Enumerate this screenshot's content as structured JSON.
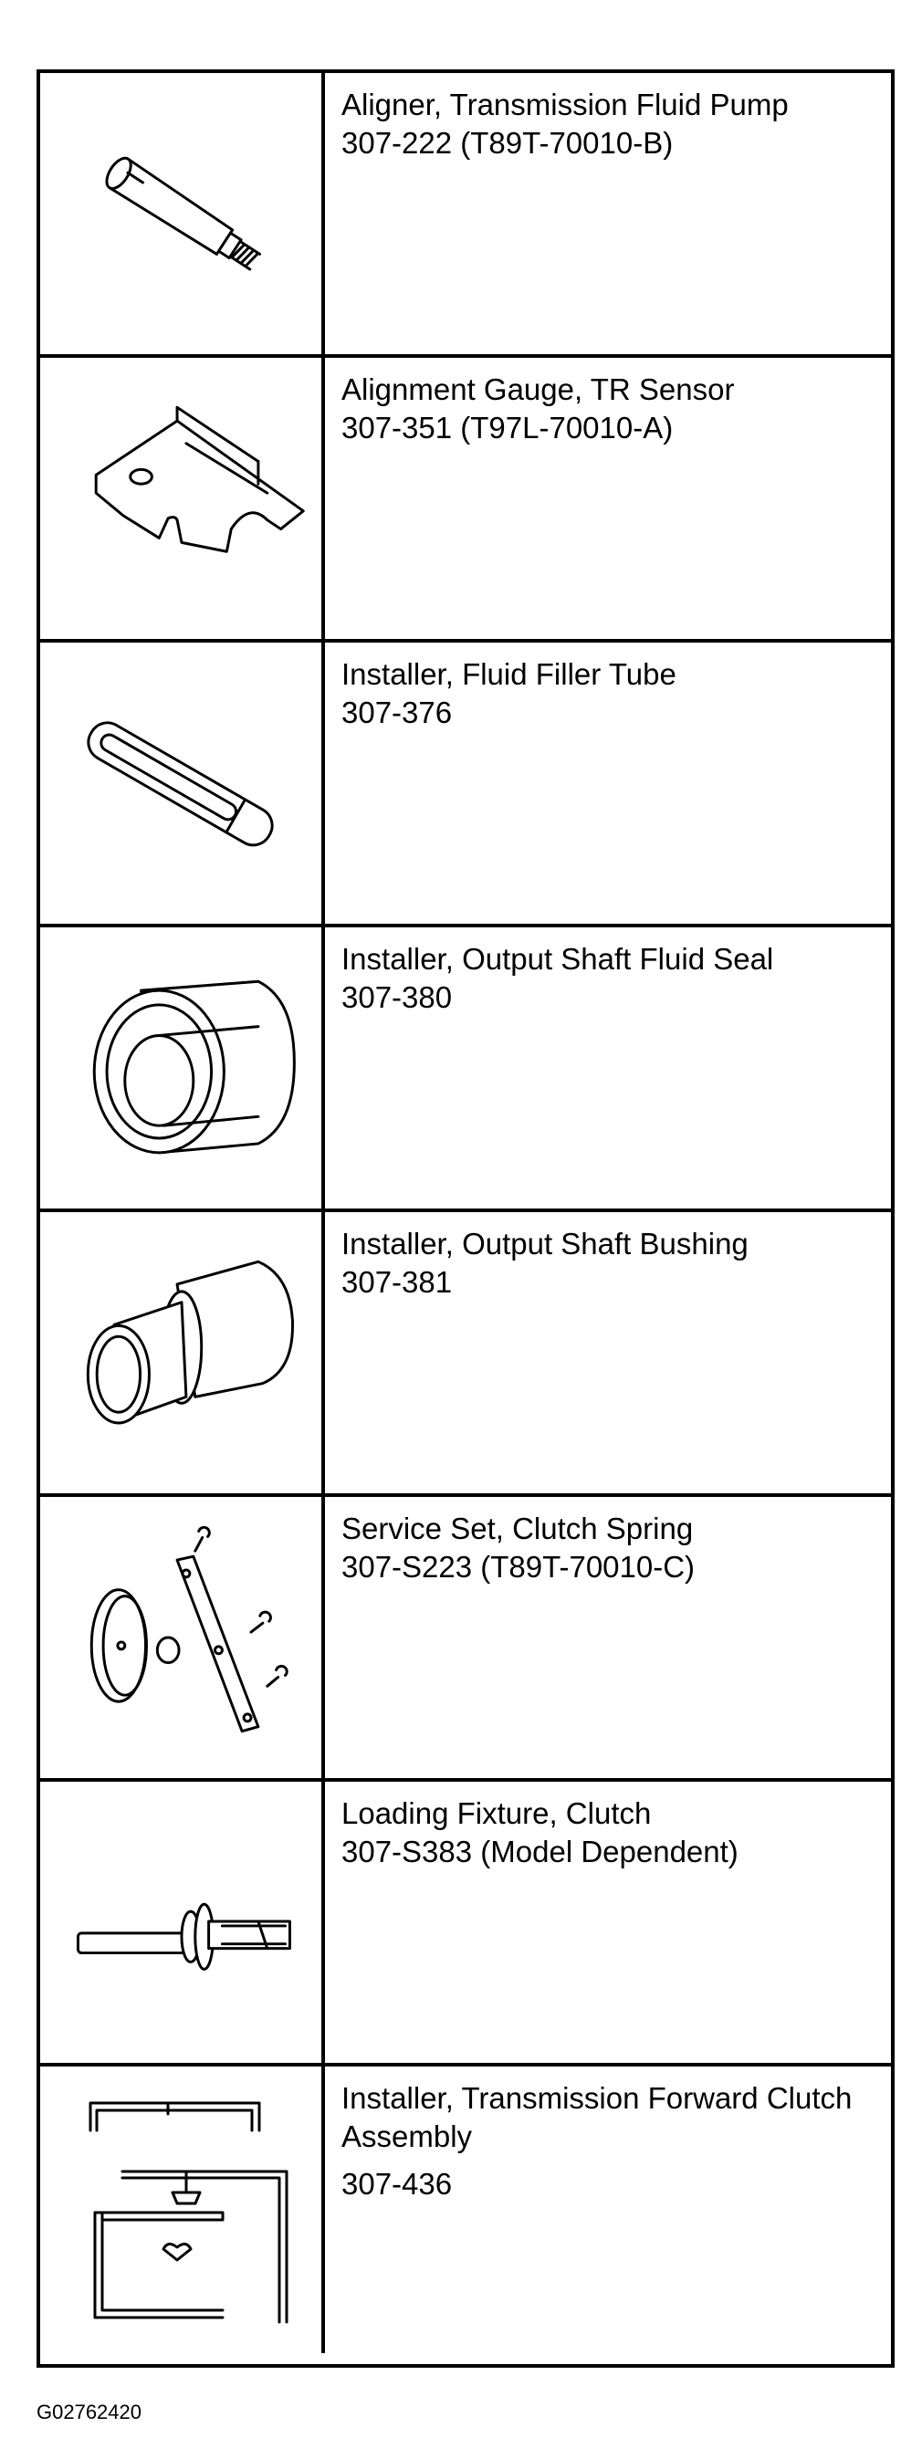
{
  "tools": [
    {
      "name": "Aligner, Transmission Fluid Pump",
      "number": "307-222 (T89T-70010-B)",
      "icon": "fluid-pump-aligner-icon"
    },
    {
      "name": "Alignment Gauge, TR Sensor",
      "number": "307-351 (T97L-70010-A)",
      "icon": "tr-sensor-alignment-gauge-icon"
    },
    {
      "name": "Installer, Fluid Filler Tube",
      "number": "307-376",
      "icon": "fluid-filler-tube-installer-icon"
    },
    {
      "name": "Installer, Output Shaft Fluid Seal",
      "number": "307-380",
      "icon": "output-shaft-seal-installer-icon"
    },
    {
      "name": "Installer, Output Shaft Bushing",
      "number": "307-381",
      "icon": "output-shaft-bushing-installer-icon"
    },
    {
      "name": "Service Set, Clutch Spring",
      "number": "307-S223 (T89T-70010-C)",
      "icon": "clutch-spring-service-set-icon"
    },
    {
      "name": "Loading Fixture, Clutch",
      "number": "307-S383 (Model Dependent)",
      "icon": "clutch-loading-fixture-icon"
    },
    {
      "name": "Installer, Transmission Forward Clutch Assembly",
      "number": "307-436",
      "icon": "forward-clutch-installer-icon"
    }
  ],
  "figure_id": "G02762420"
}
